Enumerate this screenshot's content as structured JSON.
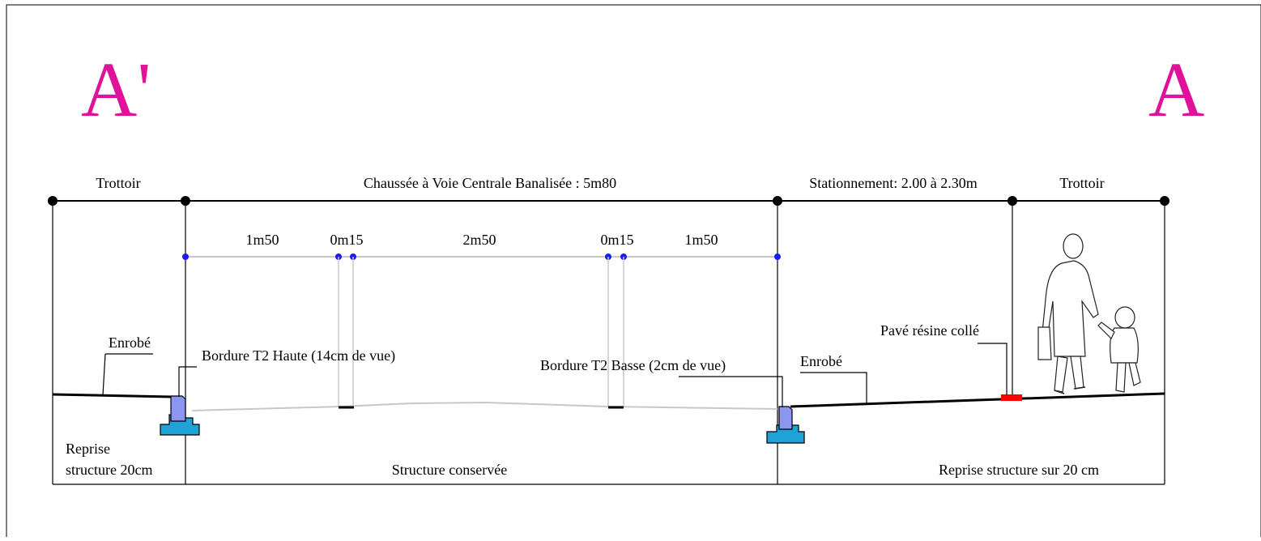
{
  "section_marks": {
    "left": "A'",
    "right": "A"
  },
  "zones": {
    "trottoir_left": "Trottoir",
    "chaussee": "Chaussée à Voie Centrale Banalisée : 5m80",
    "stationnement": "Stationnement: 2.00 à 2.30m",
    "trottoir_right": "Trottoir"
  },
  "lane_dimensions": [
    "1m50",
    "0m15",
    "2m50",
    "0m15",
    "1m50"
  ],
  "callouts": {
    "enrobe_left": "Enrobé",
    "bordure_haute": "Bordure T2 Haute (14cm de vue)",
    "bordure_basse": "Bordure T2 Basse (2cm de vue)",
    "enrobe_right": "Enrobé",
    "pave_resine": "Pavé résine collé"
  },
  "structure_labels": {
    "left_line1": "Reprise",
    "left_line2": "structure 20cm",
    "center": "Structure conservée",
    "right": "Reprise structure sur 20 cm"
  },
  "colors": {
    "section_mark": "#e0129a",
    "curb_face": "#8c96f0",
    "curb_foundation": "#1fa3d6",
    "resin_paver": "#ff0000",
    "lane_points": "#1a1aff"
  },
  "icons": [
    "pedestrian-adult-icon",
    "pedestrian-child-icon"
  ]
}
